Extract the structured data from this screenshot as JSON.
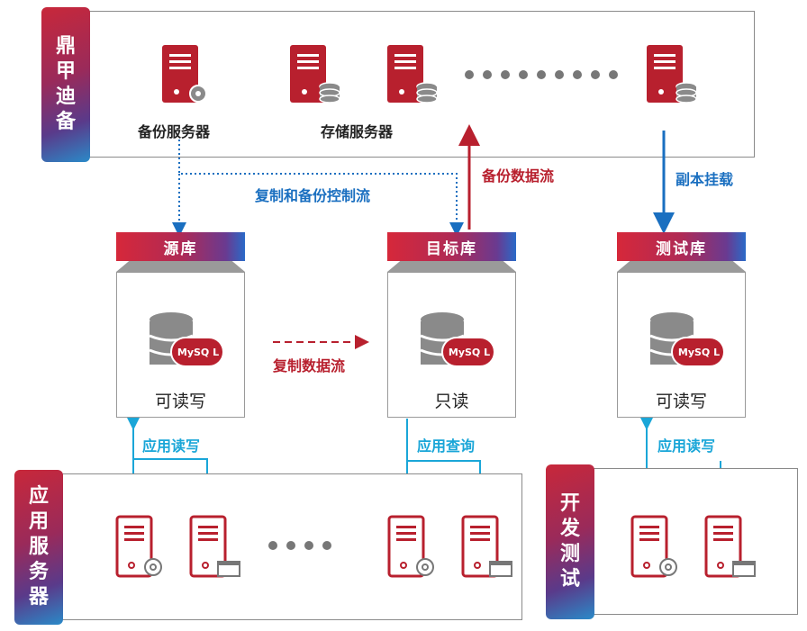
{
  "dingjia": {
    "title": [
      "鼎",
      "甲",
      "迪",
      "备"
    ],
    "backup_server_label": "备份服务器",
    "storage_server_label": "存储服务器"
  },
  "flows": {
    "copy_backup_control": "复制和备份控制流",
    "backup_data": "备份数据流",
    "replica_mount": "副本挂载",
    "replication_data": "复制数据流",
    "app_rw_source": "应用读写",
    "app_query": "应用查询",
    "app_rw_test": "应用读写"
  },
  "databases": {
    "source": {
      "title": "源库",
      "mode": "可读写",
      "badge": "MySQ L"
    },
    "target": {
      "title": "目标库",
      "mode": "只读",
      "badge": "MySQ L"
    },
    "test": {
      "title": "测试库",
      "mode": "可读写",
      "badge": "MySQ L"
    }
  },
  "app_servers": {
    "title": [
      "应",
      "用",
      "服",
      "务",
      "器"
    ]
  },
  "dev_test": {
    "title": [
      "开",
      "发",
      "测",
      "试"
    ]
  },
  "colors": {
    "brand_red": "#b8202e",
    "flow_blue": "#1a6fc0",
    "cyan": "#1aa6d8",
    "gray": "#8a8a8a"
  }
}
